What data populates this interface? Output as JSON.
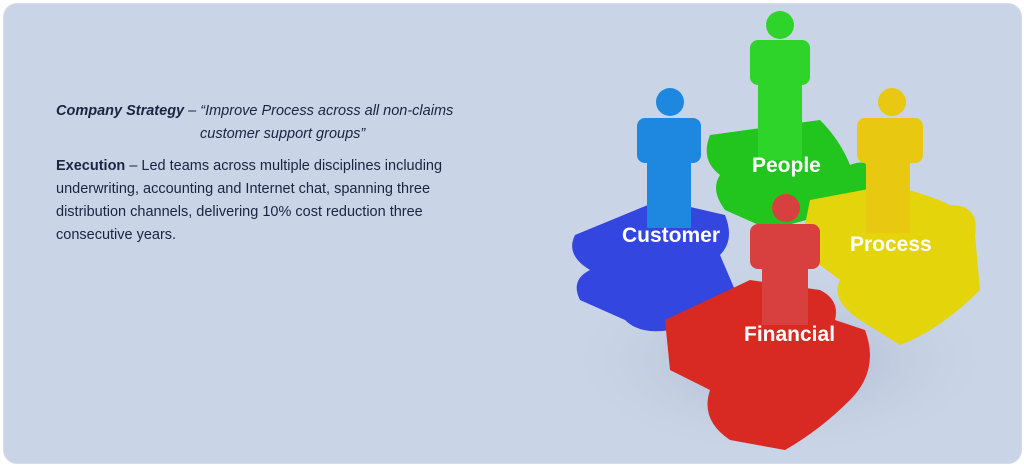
{
  "strategy": {
    "label": "Company Strategy",
    "dash": " – ",
    "quote_line1": "“Improve Process across all non-claims",
    "quote_line2": "customer support groups”"
  },
  "execution": {
    "label": "Execution",
    "text": " – Led teams across multiple disciplines including underwriting, accounting and Internet chat, spanning three distribution channels, delivering 10% cost reduction three consecutive years."
  },
  "puzzle": {
    "pieces": [
      {
        "label": "People",
        "color": "#22c41e"
      },
      {
        "label": "Customer",
        "color": "#3346e0"
      },
      {
        "label": "Process",
        "color": "#e3d40c"
      },
      {
        "label": "Financial",
        "color": "#d82a22"
      }
    ]
  }
}
